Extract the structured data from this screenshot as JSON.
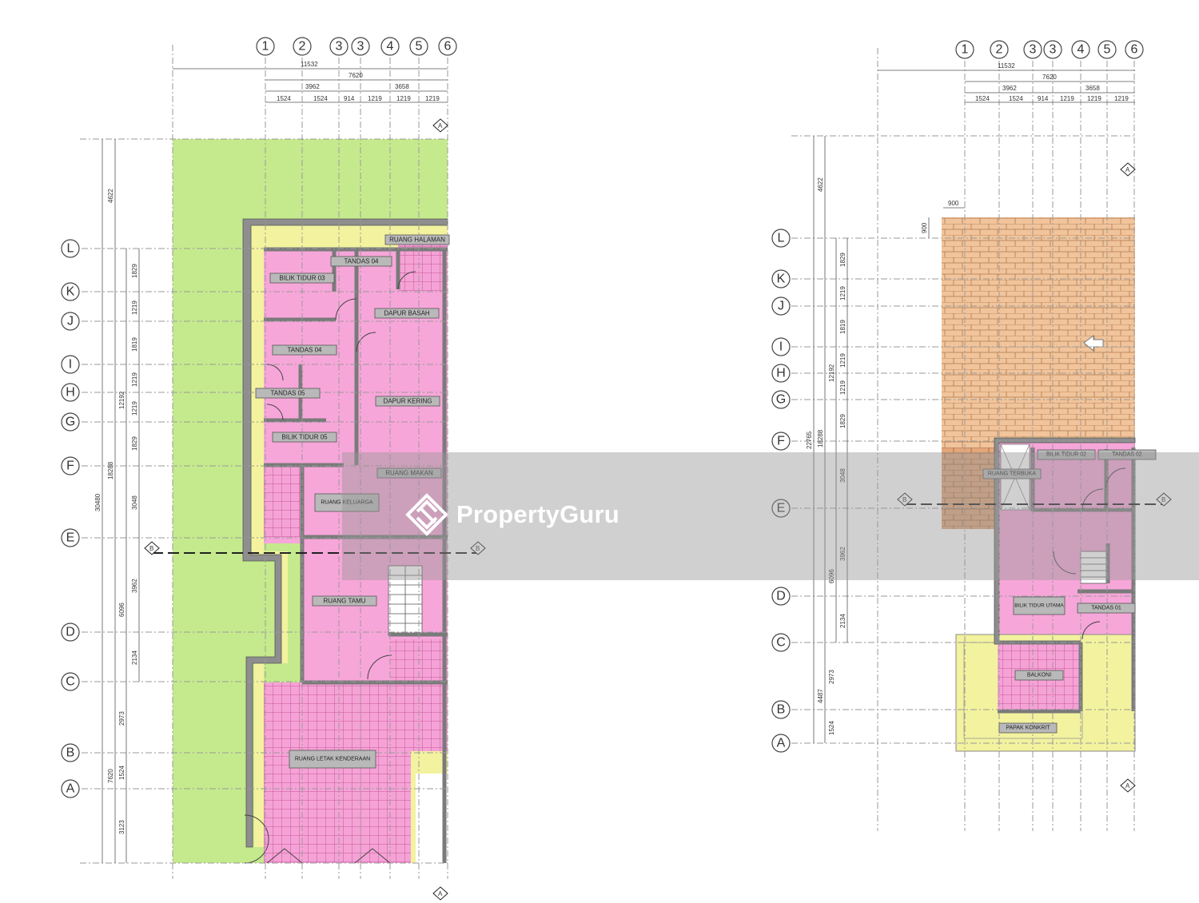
{
  "watermark": {
    "brand": "PropertyGuru"
  },
  "plans": [
    {
      "id": "ground",
      "column_labels": [
        "1",
        "2",
        "3",
        "3",
        "4",
        "5",
        "6"
      ],
      "row_labels": [
        "L",
        "K",
        "J",
        "I",
        "H",
        "G",
        "F",
        "E",
        "D",
        "C",
        "B",
        "A"
      ],
      "top_dims": {
        "overall": "11532",
        "mid": "7620",
        "half": [
          "3962",
          "3658"
        ],
        "bays": [
          "1524",
          "1524",
          "914",
          "1219",
          "1219",
          "1219"
        ]
      },
      "side_dims": {
        "outer": "30480",
        "second": [
          "4622",
          "18288",
          "7620"
        ],
        "third": [
          "1829",
          "1219",
          "1819",
          "1219",
          "1219",
          "1829",
          "3048",
          "12192",
          "3962",
          "6096",
          "2134",
          "2973",
          "1524",
          "3123"
        ]
      },
      "section_marks": [
        "A",
        "B"
      ],
      "rooms": [
        "RUANG HALAMAN",
        "TANDAS 04",
        "BILIK TIDUR 03",
        "DAPUR BASAH",
        "TANDAS 04",
        "TANDAS 05",
        "DAPUR KERING",
        "BILIK TIDUR 05",
        "RUANG MAKAN",
        "RUANG KELUARGA",
        "RUANG TAMU",
        "RUANG LETAK KENDERAAN"
      ]
    },
    {
      "id": "first",
      "column_labels": [
        "1",
        "2",
        "3",
        "3",
        "4",
        "5",
        "6"
      ],
      "row_labels": [
        "L",
        "K",
        "J",
        "I",
        "H",
        "G",
        "F",
        "E",
        "D",
        "C",
        "B",
        "A"
      ],
      "top_dims": {
        "overall": "11532",
        "mid": "7620",
        "half": [
          "3962",
          "3658"
        ],
        "bays": [
          "1524",
          "1524",
          "914",
          "1219",
          "1219",
          "1219"
        ]
      },
      "extra_dims": [
        "900",
        "900"
      ],
      "side_dims": {
        "outer": "22765",
        "second": [
          "4622",
          "18288",
          "4487"
        ],
        "third": [
          "1829",
          "1219",
          "1819",
          "1219",
          "1219",
          "1829",
          "3048",
          "12192",
          "3962",
          "6096",
          "2134",
          "2973",
          "1524"
        ]
      },
      "section_marks": [
        "A",
        "B"
      ],
      "rooms": [
        "BILIK TIDUR 02",
        "TANDAS 02",
        "RUANG TERBUKA",
        "BILIK TIDUR UTAMA",
        "TANDAS 01",
        "BALKONI",
        "PAPAK KONKRIT"
      ]
    }
  ],
  "colors": {
    "garden": "#c5ea8d",
    "interior": "#f7a6d9",
    "circulation": "#f3f29e",
    "roof": "#f1c49b",
    "tile": "#e06fb0",
    "wall": "#8e8e8e"
  }
}
